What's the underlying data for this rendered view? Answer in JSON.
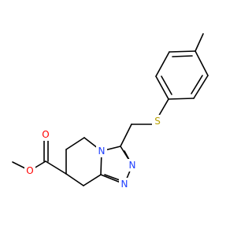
{
  "molecule": {
    "atoms": [
      {
        "name": "atom-sulfur",
        "label": "S",
        "color": "#b8a000"
      },
      {
        "name": "atom-n-bridgehead",
        "label": "N",
        "color": "#1f3fff"
      },
      {
        "name": "atom-n-triazole-upper",
        "label": "N",
        "color": "#1f3fff"
      },
      {
        "name": "atom-n-triazole-lower",
        "label": "N",
        "color": "#1f3fff"
      },
      {
        "name": "atom-o-ester",
        "label": "O",
        "color": "#ff0000"
      },
      {
        "name": "atom-o-carbonyl",
        "label": "O",
        "color": "#ff0000"
      }
    ]
  }
}
